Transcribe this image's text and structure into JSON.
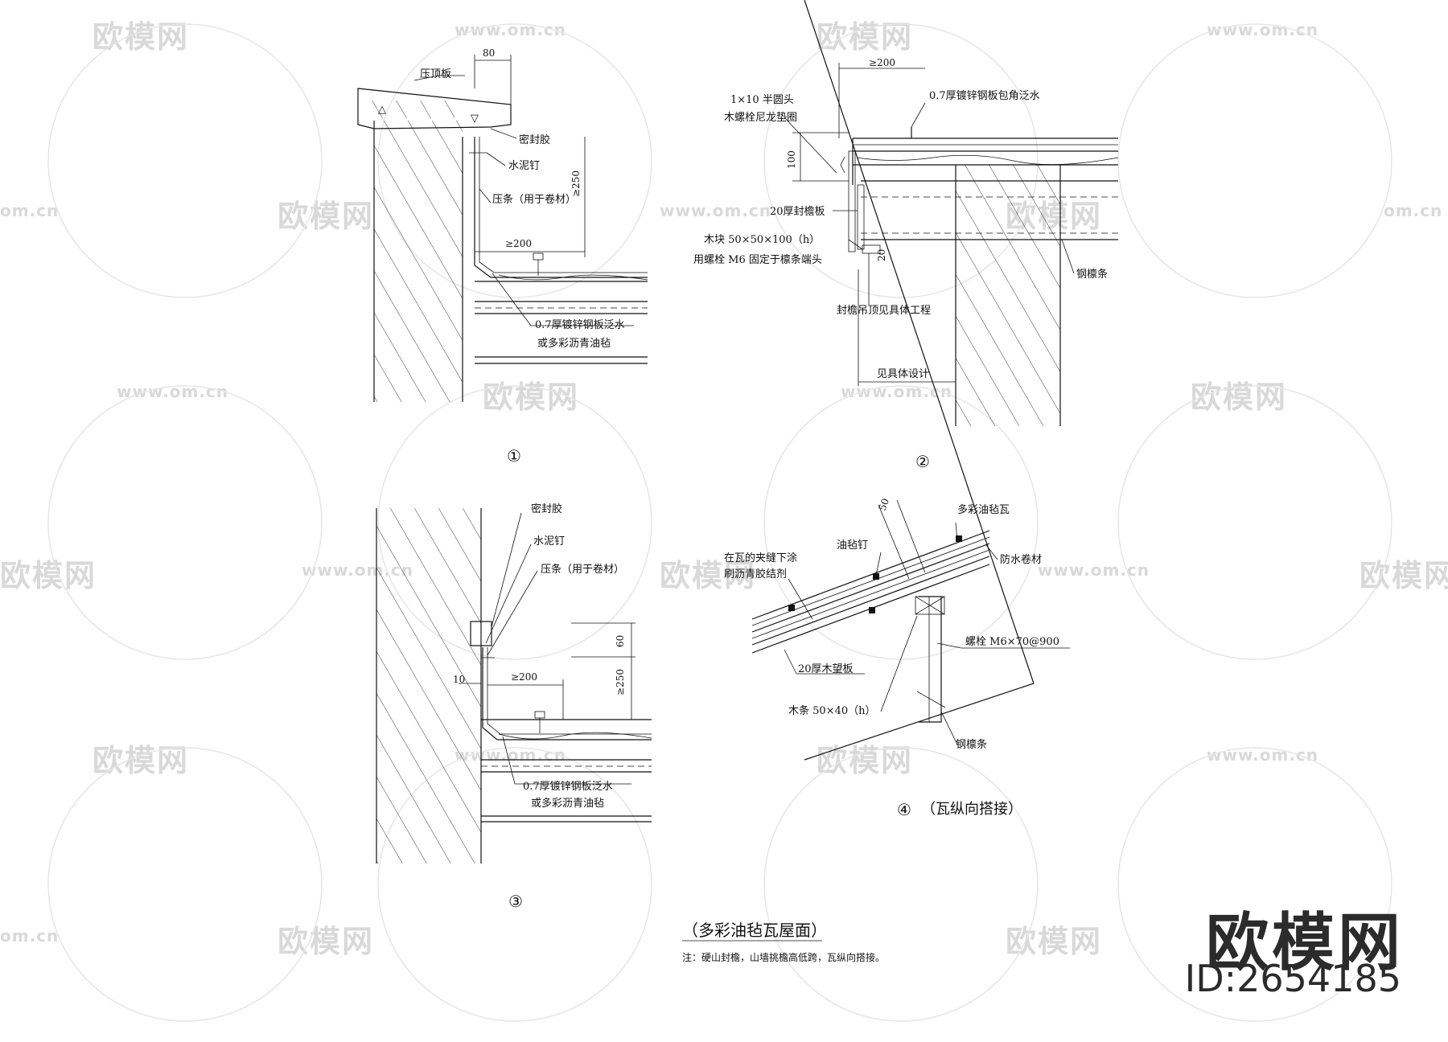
{
  "watermark": {
    "logo_text": "欧模网",
    "url_text": "www.om.cn",
    "url_short": "om.cn"
  },
  "brand": {
    "name": "欧模网",
    "id_text": "ID:2654185"
  },
  "detail1": {
    "number": "①",
    "labels": {
      "cap": "压顶板",
      "sealant": "密封胶",
      "nail": "水泥钉",
      "strip": "压条（用于卷材）",
      "flashing1": "0.7厚镀锌钢板泛水",
      "flashing2": "或多彩沥青油毡"
    },
    "dims": {
      "top": "80",
      "vert": "≥250",
      "horiz": "≥200"
    }
  },
  "detail2": {
    "number": "②",
    "labels": {
      "bolt1": "1×10  半圆头",
      "bolt2": "木螺栓尼龙垫圈",
      "flashing": "0.7厚镀锌钢板包角泛水",
      "fascia": "20厚封檐板",
      "block": "木块  50×50×100（h）",
      "fix": "用螺栓  M6  固定于檩条端头",
      "purlin": "钢檩条",
      "soffit": "封檐吊顶见具体工程",
      "design": "见具体设计"
    },
    "dims": {
      "top": "≥200",
      "vert": "100",
      "small": "20"
    }
  },
  "detail3": {
    "number": "③",
    "labels": {
      "sealant": "密封胶",
      "nail": "水泥钉",
      "strip": "压条（用于卷材）",
      "flashing1": "0.7厚镀锌钢板泛水",
      "flashing2": "或多彩沥青油毡"
    },
    "dims": {
      "d60": "60",
      "d250": "≥250",
      "d10": "10",
      "d200": "≥200"
    }
  },
  "detail4": {
    "number": "④",
    "title": "（瓦纵向搭接）",
    "labels": {
      "tile": "多彩油毡瓦",
      "feltnail": "油毡钉",
      "adhesive1": "在瓦的夹缝下涂",
      "adhesive2": "刷沥青胶结剂",
      "membrane": "防水卷材",
      "bolt": "螺栓  M6×70@900",
      "board": "20厚木望板",
      "batten": "木条  50×40（h）",
      "purlin": "钢檩条"
    },
    "dims": {
      "d50": "50"
    }
  },
  "caption": {
    "title": "（多彩油毡瓦屋面）",
    "note": "注：硬山封檐，山墙挑檐高低跨，瓦纵向搭接。"
  }
}
